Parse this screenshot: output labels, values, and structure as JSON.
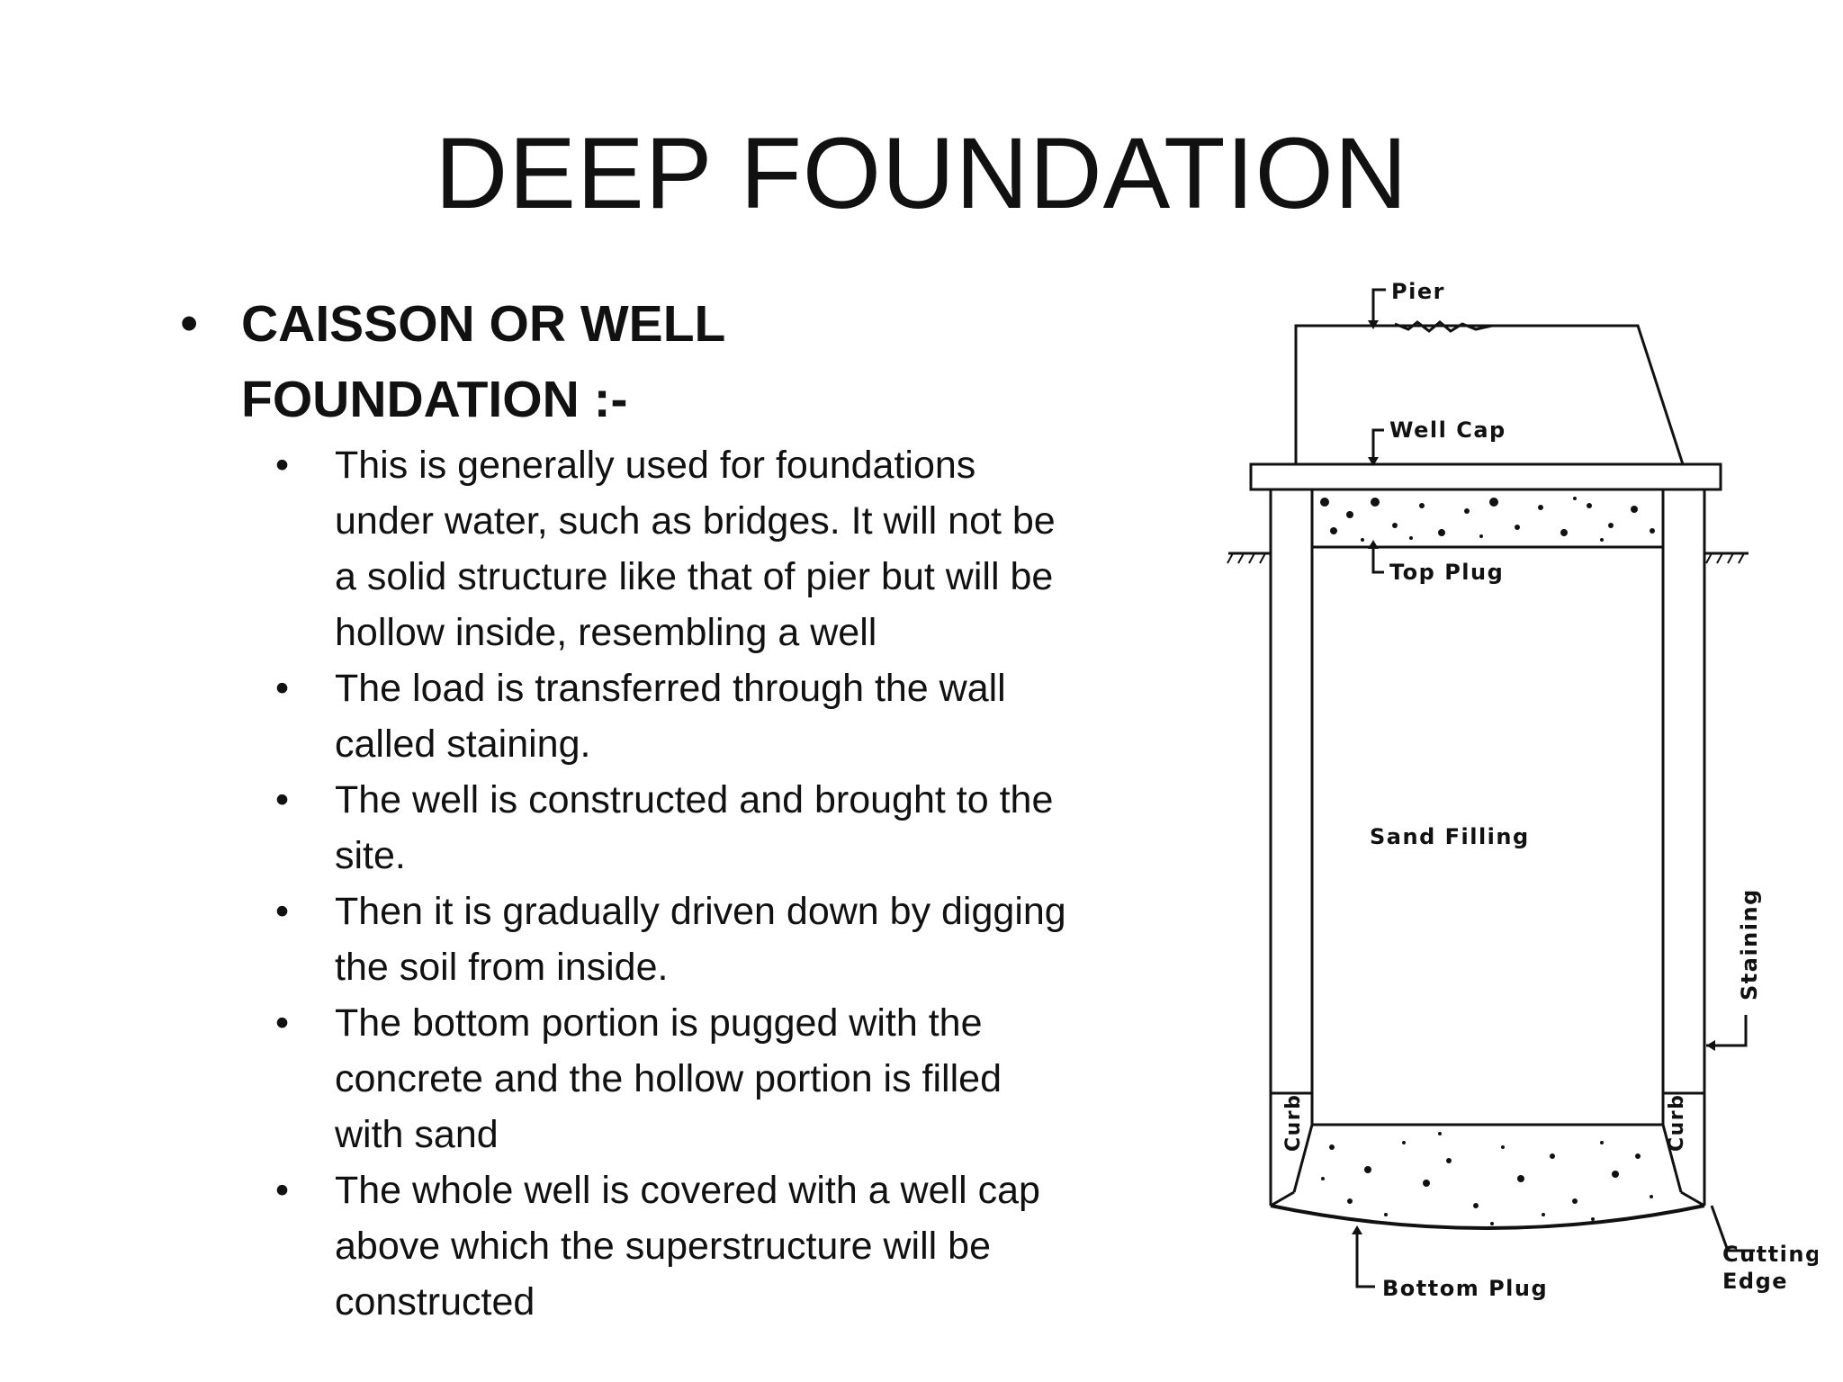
{
  "slide": {
    "title": "DEEP FOUNDATION",
    "heading": "CAISSON OR WELL FOUNDATION :-",
    "bullets": [
      "This is generally used for foundations under water, such as bridges. It will not be a solid structure like that of pier but will be hollow inside, resembling a well",
      "The load is transferred through the wall called staining.",
      "The well is constructed and brought to the site.",
      "Then it is gradually driven down by digging the soil from inside.",
      "The bottom portion is pugged with the concrete and the hollow portion is filled with sand",
      "The whole well is covered with a well cap above which the superstructure will be constructed"
    ]
  },
  "diagram": {
    "labels": {
      "pier": "Pier",
      "well_cap": "Well Cap",
      "top_plug": "Top Plug",
      "sand_filling": "Sand Filling",
      "staining": "Staining",
      "curb_left": "Curb",
      "curb_right": "Curb",
      "cutting_edge_1": "Cutting",
      "cutting_edge_2": "Edge",
      "bottom_plug": "Bottom Plug"
    }
  }
}
